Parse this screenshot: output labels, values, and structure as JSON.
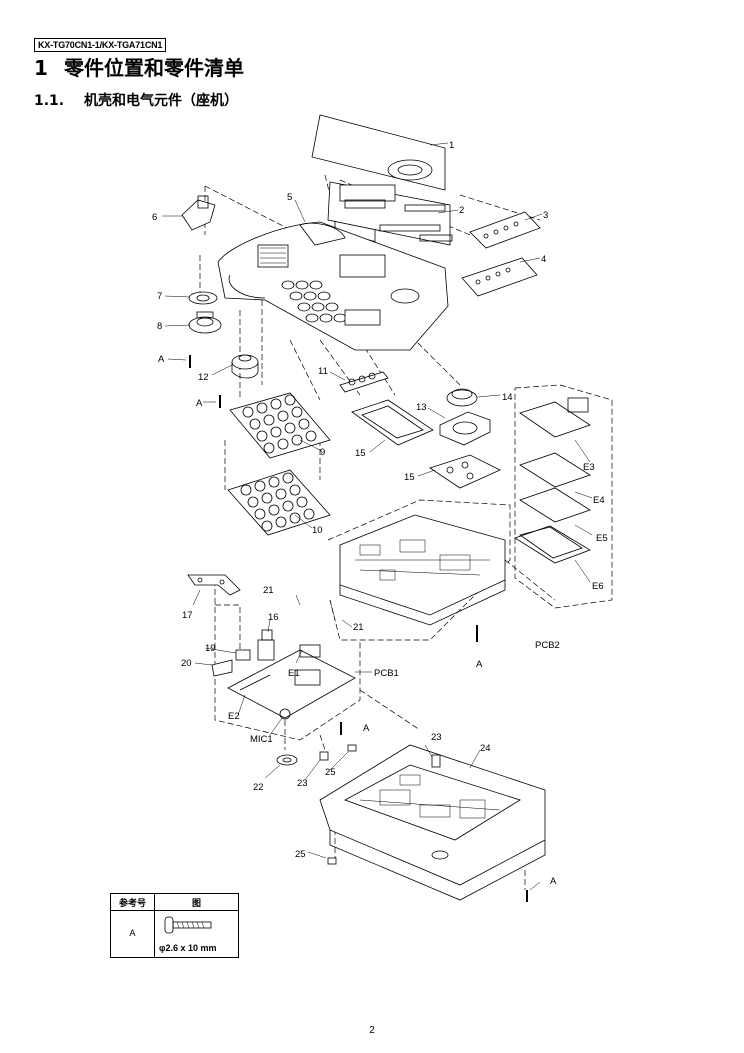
{
  "header": {
    "model_tag": "KX-TG70CN1-1/KX-TGA71CN1"
  },
  "section": {
    "number": "1",
    "title": "零件位置和零件清单"
  },
  "subsection": {
    "number": "1.1.",
    "title": "机壳和电气元件（座机）"
  },
  "callouts": [
    "1",
    "2",
    "3",
    "4",
    "5",
    "6",
    "7",
    "8",
    "A",
    "12",
    "A",
    "11",
    "14",
    "13",
    "9",
    "15",
    "15",
    "10",
    "E3",
    "E4",
    "E5",
    "E6",
    "17",
    "21",
    "16",
    "21",
    "19",
    "20",
    "E1",
    "PCB1",
    "E2",
    "MIC1",
    "A",
    "A",
    "PCB2",
    "22",
    "23",
    "25",
    "23",
    "24",
    "25",
    "A"
  ],
  "ref_table": {
    "col_ref": "参考号",
    "col_fig": "图",
    "rows": [
      {
        "ref": "A",
        "spec": "φ2.6 x 10 mm"
      }
    ]
  },
  "footer": {
    "page_number": "2"
  }
}
